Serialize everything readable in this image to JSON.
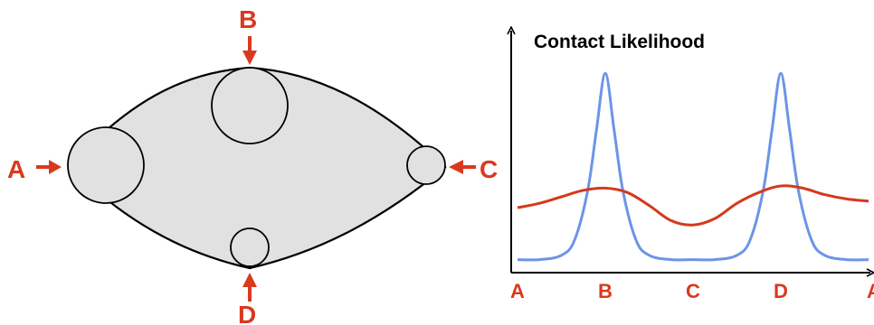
{
  "colors": {
    "arrow_red": "#d9391e",
    "shape_fill": "#e1e1e1",
    "outline": "#000000",
    "blue_curve": "#6b95e8",
    "red_curve": "#d33a1c"
  },
  "shape": {
    "labels": [
      "A",
      "B",
      "C",
      "D"
    ]
  },
  "chart_data": {
    "type": "line",
    "title": "Contact Likelihood",
    "xlabel": "",
    "ylabel": "",
    "categories": [
      "A",
      "B",
      "C",
      "D",
      "A"
    ],
    "x": [
      0,
      1,
      2,
      3,
      4
    ],
    "xlim": [
      0,
      4
    ],
    "ylim": [
      0,
      1
    ],
    "grid": false,
    "series": [
      {
        "color": "#6b95e8",
        "x": [
          0,
          0.25,
          0.5,
          0.65,
          0.8,
          0.9,
          1.0,
          1.1,
          1.2,
          1.35,
          1.5,
          1.75,
          2.0,
          2.25,
          2.5,
          2.65,
          2.8,
          2.9,
          3.0,
          3.1,
          3.2,
          3.35,
          3.5,
          3.75,
          4.0
        ],
        "values": [
          0.06,
          0.06,
          0.08,
          0.15,
          0.38,
          0.66,
          0.92,
          0.66,
          0.38,
          0.15,
          0.08,
          0.06,
          0.06,
          0.06,
          0.08,
          0.15,
          0.38,
          0.66,
          0.92,
          0.66,
          0.38,
          0.15,
          0.08,
          0.06,
          0.06
        ]
      },
      {
        "color": "#d33a1c",
        "x": [
          0,
          0.25,
          0.5,
          0.75,
          1.0,
          1.25,
          1.5,
          1.75,
          2.0,
          2.25,
          2.5,
          2.75,
          3.0,
          3.25,
          3.5,
          3.75,
          4.0
        ],
        "values": [
          0.3,
          0.32,
          0.35,
          0.38,
          0.39,
          0.37,
          0.31,
          0.24,
          0.22,
          0.25,
          0.32,
          0.37,
          0.4,
          0.39,
          0.36,
          0.34,
          0.33
        ]
      }
    ]
  }
}
